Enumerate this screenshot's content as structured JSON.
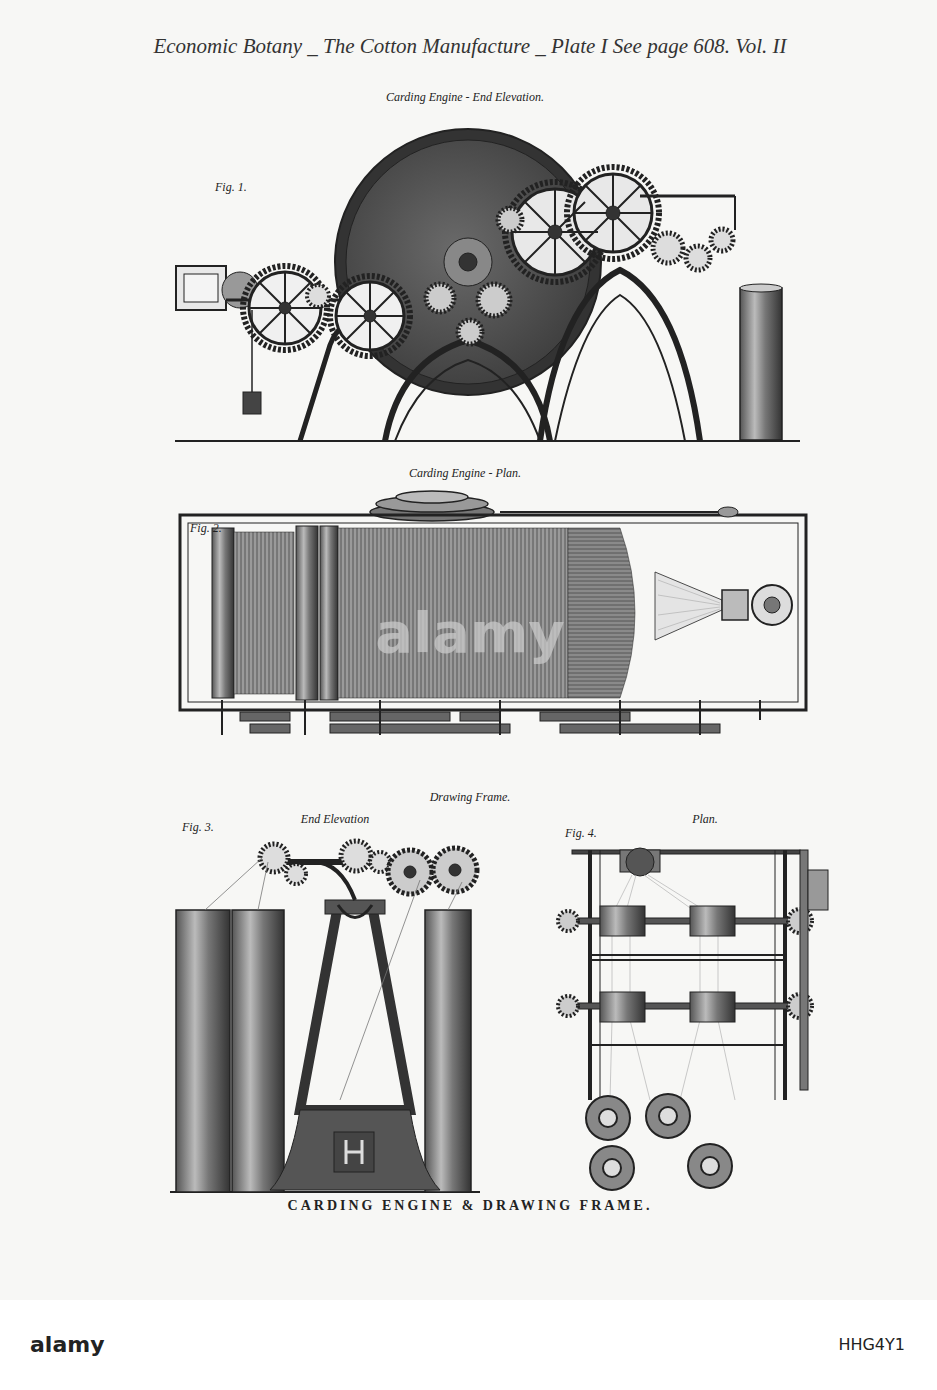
{
  "diagram": {
    "title": "Economic Botany _ The Cotton Manufacture _ Plate I See page 608. Vol. II",
    "caption": "CARDING ENGINE & DRAWING FRAME.",
    "labels": [
      "Carding Engine - End Elevation.",
      "Fig. 1.",
      "Carding Engine - Plan.",
      "Fig. 2.",
      "Drawing Frame.",
      "End Elevation",
      "Fig. 3.",
      "Plan.",
      "Fig. 4.",
      "alamy",
      "alamy",
      "HHG4Y1"
    ]
  }
}
